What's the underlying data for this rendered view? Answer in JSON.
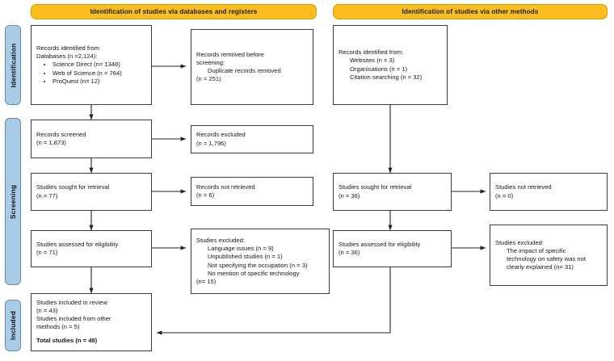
{
  "headers": {
    "left": "Identification of studies via databases and registers",
    "right": "Identification of studies via other methods"
  },
  "phases": {
    "identification": "Identification",
    "screening": "Screening",
    "included": "Included"
  },
  "left_column": {
    "records_identified": {
      "line1": "Records identified from",
      "line2": "Databases (n =2,124):",
      "sources": [
        "Science Direct (n= 1348)",
        "Web of Science (n = 764)",
        "ProQuest (n= 12)"
      ]
    },
    "records_removed": {
      "line1": "Records removed before",
      "line2": "screening:",
      "line3": "Duplicate records removed",
      "line4": "(n = 251)"
    },
    "records_screened": {
      "line1": "Records screened",
      "line2": "(n = 1,873)"
    },
    "records_excluded": {
      "line1": "Records excluded",
      "line2": "(n = 1,796)"
    },
    "sought_retrieval": {
      "line1": "Studies sought for retrieval",
      "line2": "(n = 77)"
    },
    "not_retrieved": {
      "line1": "Records not retrieved",
      "line2": "(n = 6)"
    },
    "assessed_eligibility": {
      "line1": "Studies assessed for eligibility",
      "line2": "(n = 71)"
    },
    "studies_excluded": {
      "title": "Studies excluded:",
      "reasons": [
        "Language issues (n = 9)",
        "Unpublished studies (n = 1)",
        "Not specifying the occupation (n = 3)",
        "No mention of specific technology",
        "(n= 15)"
      ]
    }
  },
  "right_column": {
    "records_identified": {
      "line1": "Records identified from:",
      "sources": [
        "Websites (n = 3)",
        "Organisations (n = 1)",
        "Citation searching (n = 32)"
      ]
    },
    "sought_retrieval": {
      "line1": "Studies sought for retrieval",
      "line2": "(n = 36)"
    },
    "not_retrieved": {
      "line1": "Studies not retrieved",
      "line2": "(n = 0)"
    },
    "assessed_eligibility": {
      "line1": "Studies assessed for eligibility",
      "line2": "(n = 36)"
    },
    "studies_excluded": {
      "title": "Studies excluded:",
      "reasons": [
        "The impact of specific",
        "technology on safety was not",
        "clearly explained (n= 31)"
      ]
    }
  },
  "included_box": {
    "line1": "Studies included in review",
    "line2": "(n = 43)",
    "line3": "Studies included from other",
    "line4": "methods (n = 5)",
    "total": "Total studies (n = 48)"
  },
  "colors": {
    "header_fill": "#FBBE1E",
    "phase_fill": "#A8CBE8",
    "box_border": "#3a3a3a",
    "connector": "#222222"
  }
}
